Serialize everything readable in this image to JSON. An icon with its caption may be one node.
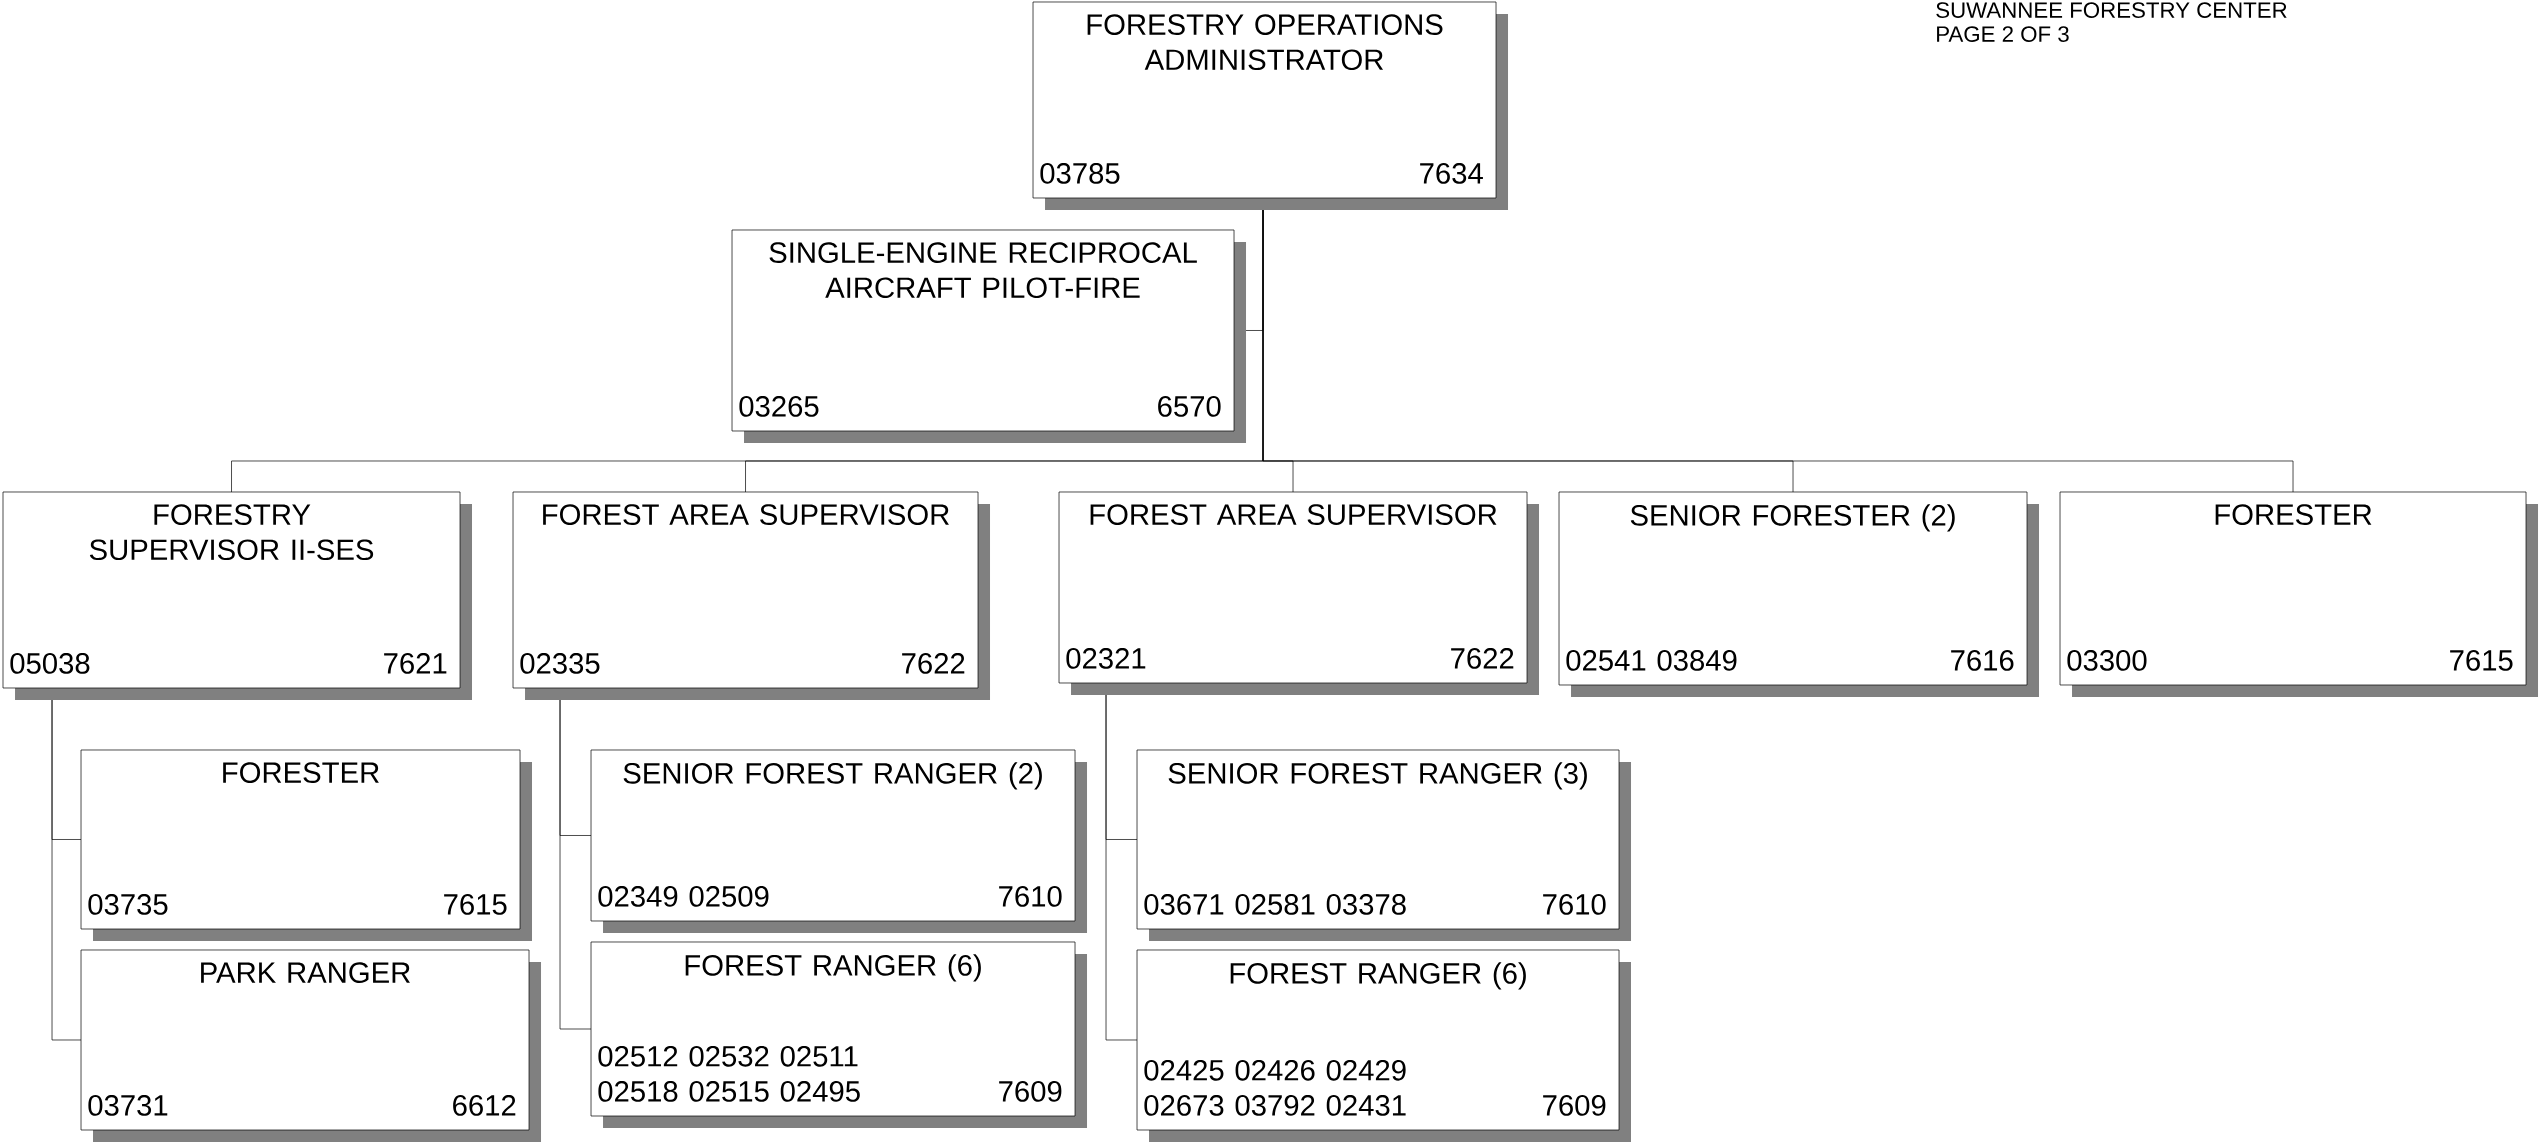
{
  "diagram": {
    "nodes": [
      {
        "text": [
          "FORESTRY OPERATIONS ADMINISTRATOR",
          "03785",
          "7634"
        ]
      },
      {
        "text": [
          "SINGLE-ENGINE RECIPROCAL AIRCRAFT PILOT-FIRE",
          "03265",
          "6570"
        ]
      },
      {
        "text": [
          "FORESTRY SUPERVISOR II-SES",
          "05038",
          "7621"
        ]
      },
      {
        "text": [
          "FOREST AREA SUPERVISOR",
          "02335",
          "7622"
        ]
      },
      {
        "text": [
          "FOREST AREA SUPERVISOR",
          "02321",
          "7622"
        ]
      },
      {
        "text": [
          "SENIOR FORESTER  (2)",
          "02541  03849",
          "7616"
        ]
      },
      {
        "text": [
          "FORESTER",
          "03300",
          "7615"
        ]
      },
      {
        "text": [
          "FORESTER",
          "03735",
          "7615"
        ]
      },
      {
        "text": [
          "PARK RANGER",
          "03731",
          "6612"
        ]
      },
      {
        "text": [
          "SENIOR FOREST RANGER  (2)",
          "02349  02509",
          "7610"
        ]
      },
      {
        "text": [
          "FOREST RANGER   (6)",
          "02512  02532  02511 02518  02515  02495",
          "7609"
        ]
      },
      {
        "text": [
          "SENIOR FOREST RANGER  (3)",
          "03671  02581  03378",
          "7610"
        ]
      },
      {
        "text": [
          "FOREST RANGER   (6)",
          "02425  02426  02429 02673  03792  02431",
          "7609"
        ]
      }
    ],
    "edges": [
      {
        "from": 0,
        "to": 1,
        "arrow": "none"
      },
      {
        "from": 0,
        "to": 2,
        "arrow": "none"
      },
      {
        "from": 0,
        "to": 3,
        "arrow": "none"
      },
      {
        "from": 0,
        "to": 4,
        "arrow": "none"
      },
      {
        "from": 0,
        "to": 5,
        "arrow": "none"
      },
      {
        "from": 0,
        "to": 6,
        "arrow": "none"
      },
      {
        "from": 2,
        "to": 7,
        "arrow": "none"
      },
      {
        "from": 2,
        "to": 8,
        "arrow": "none"
      },
      {
        "from": 3,
        "to": 9,
        "arrow": "none"
      },
      {
        "from": 3,
        "to": 10,
        "arrow": "none"
      },
      {
        "from": 4,
        "to": 11,
        "arrow": "none"
      },
      {
        "from": 4,
        "to": 12,
        "arrow": "none"
      }
    ],
    "labels": [
      "SUWANNEE FORESTRY CENTER",
      "PAGE 2 OF 3"
    ]
  }
}
